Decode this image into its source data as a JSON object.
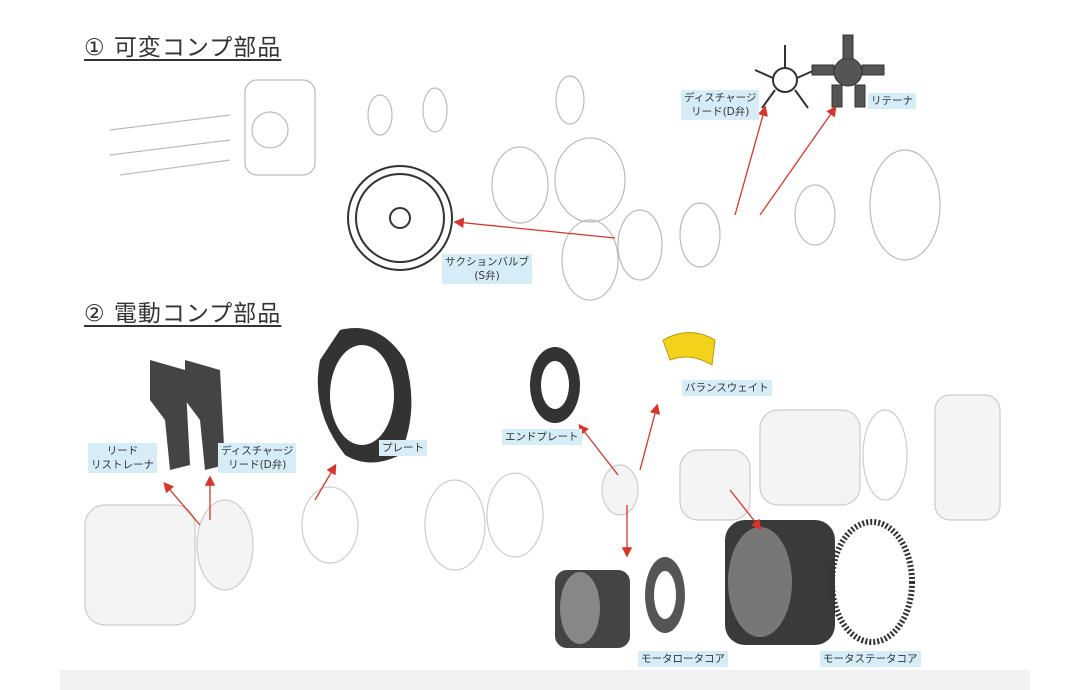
{
  "sections": [
    {
      "title": "① 可変コンプ部品"
    },
    {
      "title": "② 電動コンプ部品"
    }
  ],
  "labels": {
    "discharge_reed_top": [
      "ディスチャージ",
      "リード(D弁)"
    ],
    "retainer": "リテーナ",
    "suction_valve": [
      "サクションバルブ",
      "(S弁)"
    ],
    "reed_restrainer": [
      "リード",
      "リストレーナ"
    ],
    "discharge_reed_bottom": [
      "ディスチャージ",
      "リード(D弁)"
    ],
    "plate": "プレート",
    "end_plate": "エンドプレート",
    "balance_weight": "バランスウェイト",
    "motor_rotor_core": "モータロータコア",
    "motor_stator_core": "モータステータコア"
  },
  "colors": {
    "arrow": "#d9342b",
    "label_bg": "#d6edf8",
    "balance_weight": "#f2d21b"
  }
}
